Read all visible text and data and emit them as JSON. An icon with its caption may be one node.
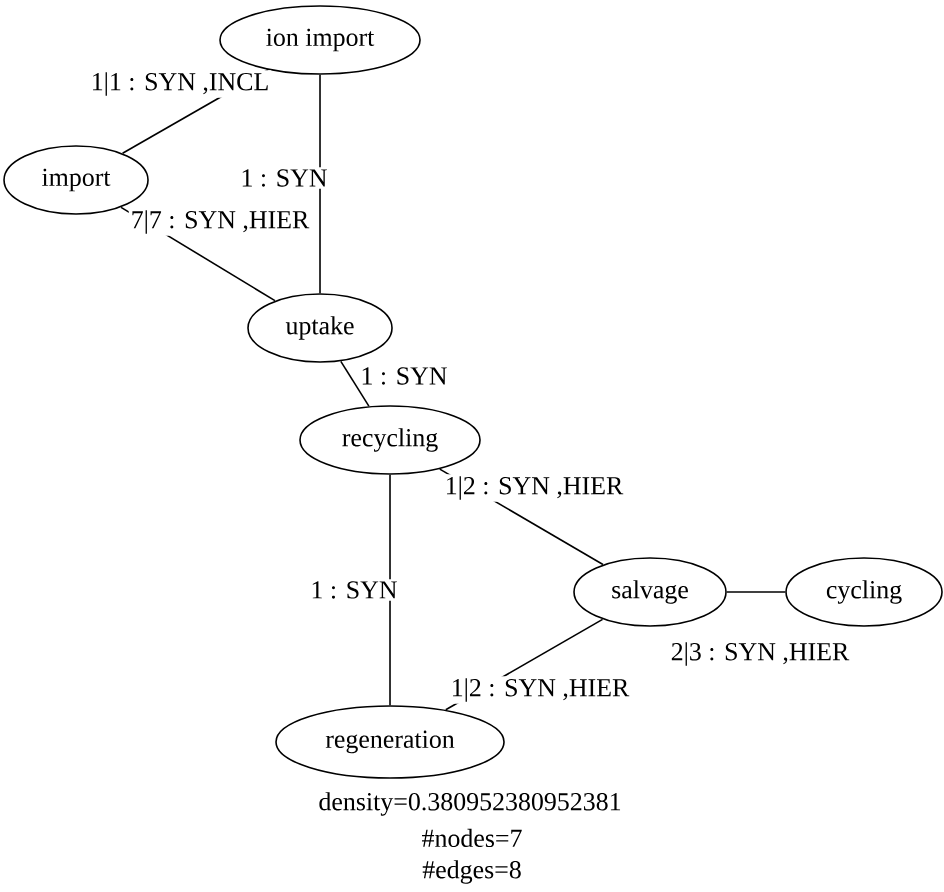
{
  "diagram": {
    "nodes": [
      {
        "text": [
          "ion import"
        ]
      },
      {
        "text": [
          "import"
        ]
      },
      {
        "text": [
          "uptake"
        ]
      },
      {
        "text": [
          "recycling"
        ]
      },
      {
        "text": [
          "salvage"
        ]
      },
      {
        "text": [
          "cycling"
        ]
      },
      {
        "text": [
          "regeneration"
        ]
      }
    ],
    "edges": [
      {
        "from": 1,
        "to": 0,
        "arrow": "none",
        "label": "1|1 : SYN ,INCL"
      },
      {
        "from": 0,
        "to": 2,
        "arrow": "none",
        "label": "1 : SYN"
      },
      {
        "from": 1,
        "to": 2,
        "arrow": "none",
        "label": "7|7 : SYN ,HIER"
      },
      {
        "from": 2,
        "to": 3,
        "arrow": "none",
        "label": "1 : SYN"
      },
      {
        "from": 3,
        "to": 4,
        "arrow": "none",
        "label": "1|2 : SYN ,HIER"
      },
      {
        "from": 3,
        "to": 6,
        "arrow": "none",
        "label": "1 : SYN"
      },
      {
        "from": 4,
        "to": 5,
        "arrow": "none",
        "label": "2|3 : SYN ,HIER"
      },
      {
        "from": 4,
        "to": 6,
        "arrow": "none",
        "label": "1|2 : SYN ,HIER"
      }
    ],
    "labels": [
      "density=0.380952380952381",
      "#nodes=7",
      "#edges=8"
    ]
  }
}
